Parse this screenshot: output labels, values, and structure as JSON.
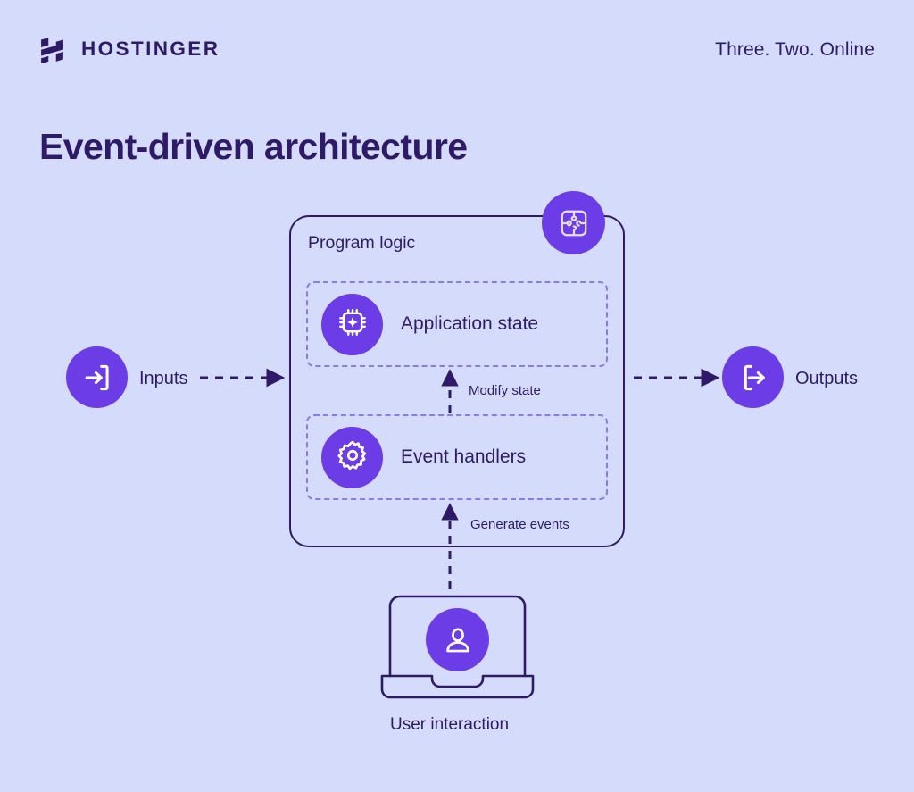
{
  "header": {
    "brand_name": "HOSTINGER",
    "brand_logo_icon": "hostinger-h-logo",
    "tagline": "Three. Two. Online"
  },
  "title": "Event-driven architecture",
  "colors": {
    "background": "#d5dcfb",
    "accent_purple": "#6c3ce6",
    "dark_purple": "#2e1a66",
    "dashed_border": "#8a7aec"
  },
  "diagram": {
    "type": "flow-diagram",
    "inputs": {
      "label": "Inputs",
      "icon": "arrow-into-bracket-icon"
    },
    "outputs": {
      "label": "Outputs",
      "icon": "arrow-out-of-bracket-icon"
    },
    "program_logic": {
      "label": "Program logic",
      "corner_icon": "puzzle-icon",
      "blocks": [
        {
          "label": "Application state",
          "icon": "chip-sparkle-icon"
        },
        {
          "label": "Event handlers",
          "icon": "gear-icon"
        }
      ]
    },
    "flows": [
      {
        "label": "Modify state",
        "from": "Event handlers",
        "to": "Application state",
        "style": "dashed-up-arrow"
      },
      {
        "label": "Generate events",
        "from": "User interaction",
        "to": "Event handlers",
        "style": "dashed-up-arrow"
      },
      {
        "label": "",
        "from": "Inputs",
        "to": "Program logic",
        "style": "dashed-right-arrow"
      },
      {
        "label": "",
        "from": "Program logic",
        "to": "Outputs",
        "style": "dashed-right-arrow"
      }
    ],
    "user_interaction": {
      "label": "User interaction",
      "icon": "user-icon",
      "container_icon": "laptop-icon"
    }
  }
}
